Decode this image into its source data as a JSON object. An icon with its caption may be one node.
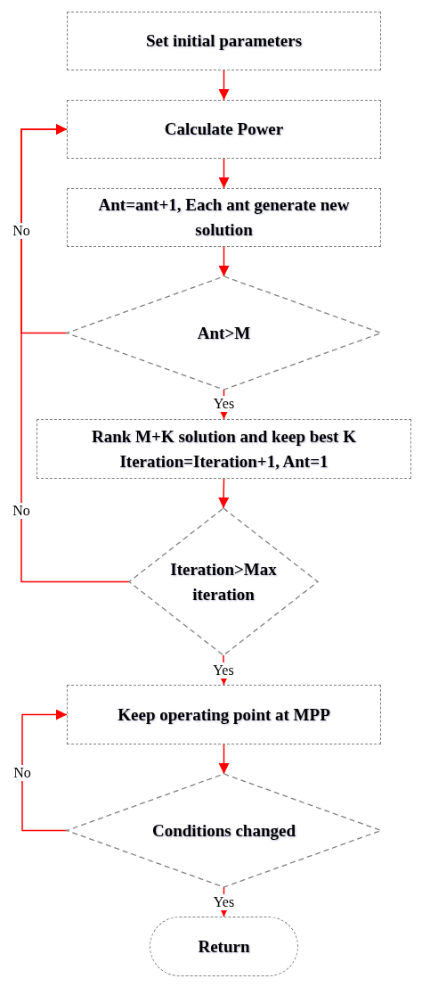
{
  "diagram": {
    "nodes": [
      {
        "text": [
          "Set initial parameters"
        ]
      },
      {
        "text": [
          "Calculate Power"
        ]
      },
      {
        "text": [
          "Ant=ant+1, Each ant generate new solution"
        ]
      },
      {
        "text": [
          "Ant>M"
        ]
      },
      {
        "text": [
          "Rank M+K solution and keep best K Iteration=Iteration+1, Ant=1"
        ]
      },
      {
        "text": [
          "Iteration>Max iteration"
        ]
      },
      {
        "text": [
          "Keep operating point at MPP"
        ]
      },
      {
        "text": [
          "Conditions changed"
        ]
      },
      {
        "text": [
          "Return"
        ]
      }
    ],
    "edges": [
      {
        "from": 0,
        "to": 1,
        "arrow": "to"
      },
      {
        "from": 1,
        "to": 2,
        "arrow": "to"
      },
      {
        "from": 2,
        "to": 3,
        "arrow": "to"
      },
      {
        "from": 3,
        "to": 4,
        "arrow": "to",
        "label": "Yes"
      },
      {
        "from": 3,
        "to": 1,
        "arrow": "to",
        "label": "No"
      },
      {
        "from": 4,
        "to": 5,
        "arrow": "to"
      },
      {
        "from": 5,
        "to": 1,
        "arrow": "to",
        "label": "No"
      },
      {
        "from": 5,
        "to": 6,
        "arrow": "to",
        "label": "Yes"
      },
      {
        "from": 6,
        "to": 7,
        "arrow": "to"
      },
      {
        "from": 7,
        "to": 6,
        "arrow": "to",
        "label": "No"
      },
      {
        "from": 7,
        "to": 8,
        "arrow": "to",
        "label": "Yes"
      }
    ]
  }
}
